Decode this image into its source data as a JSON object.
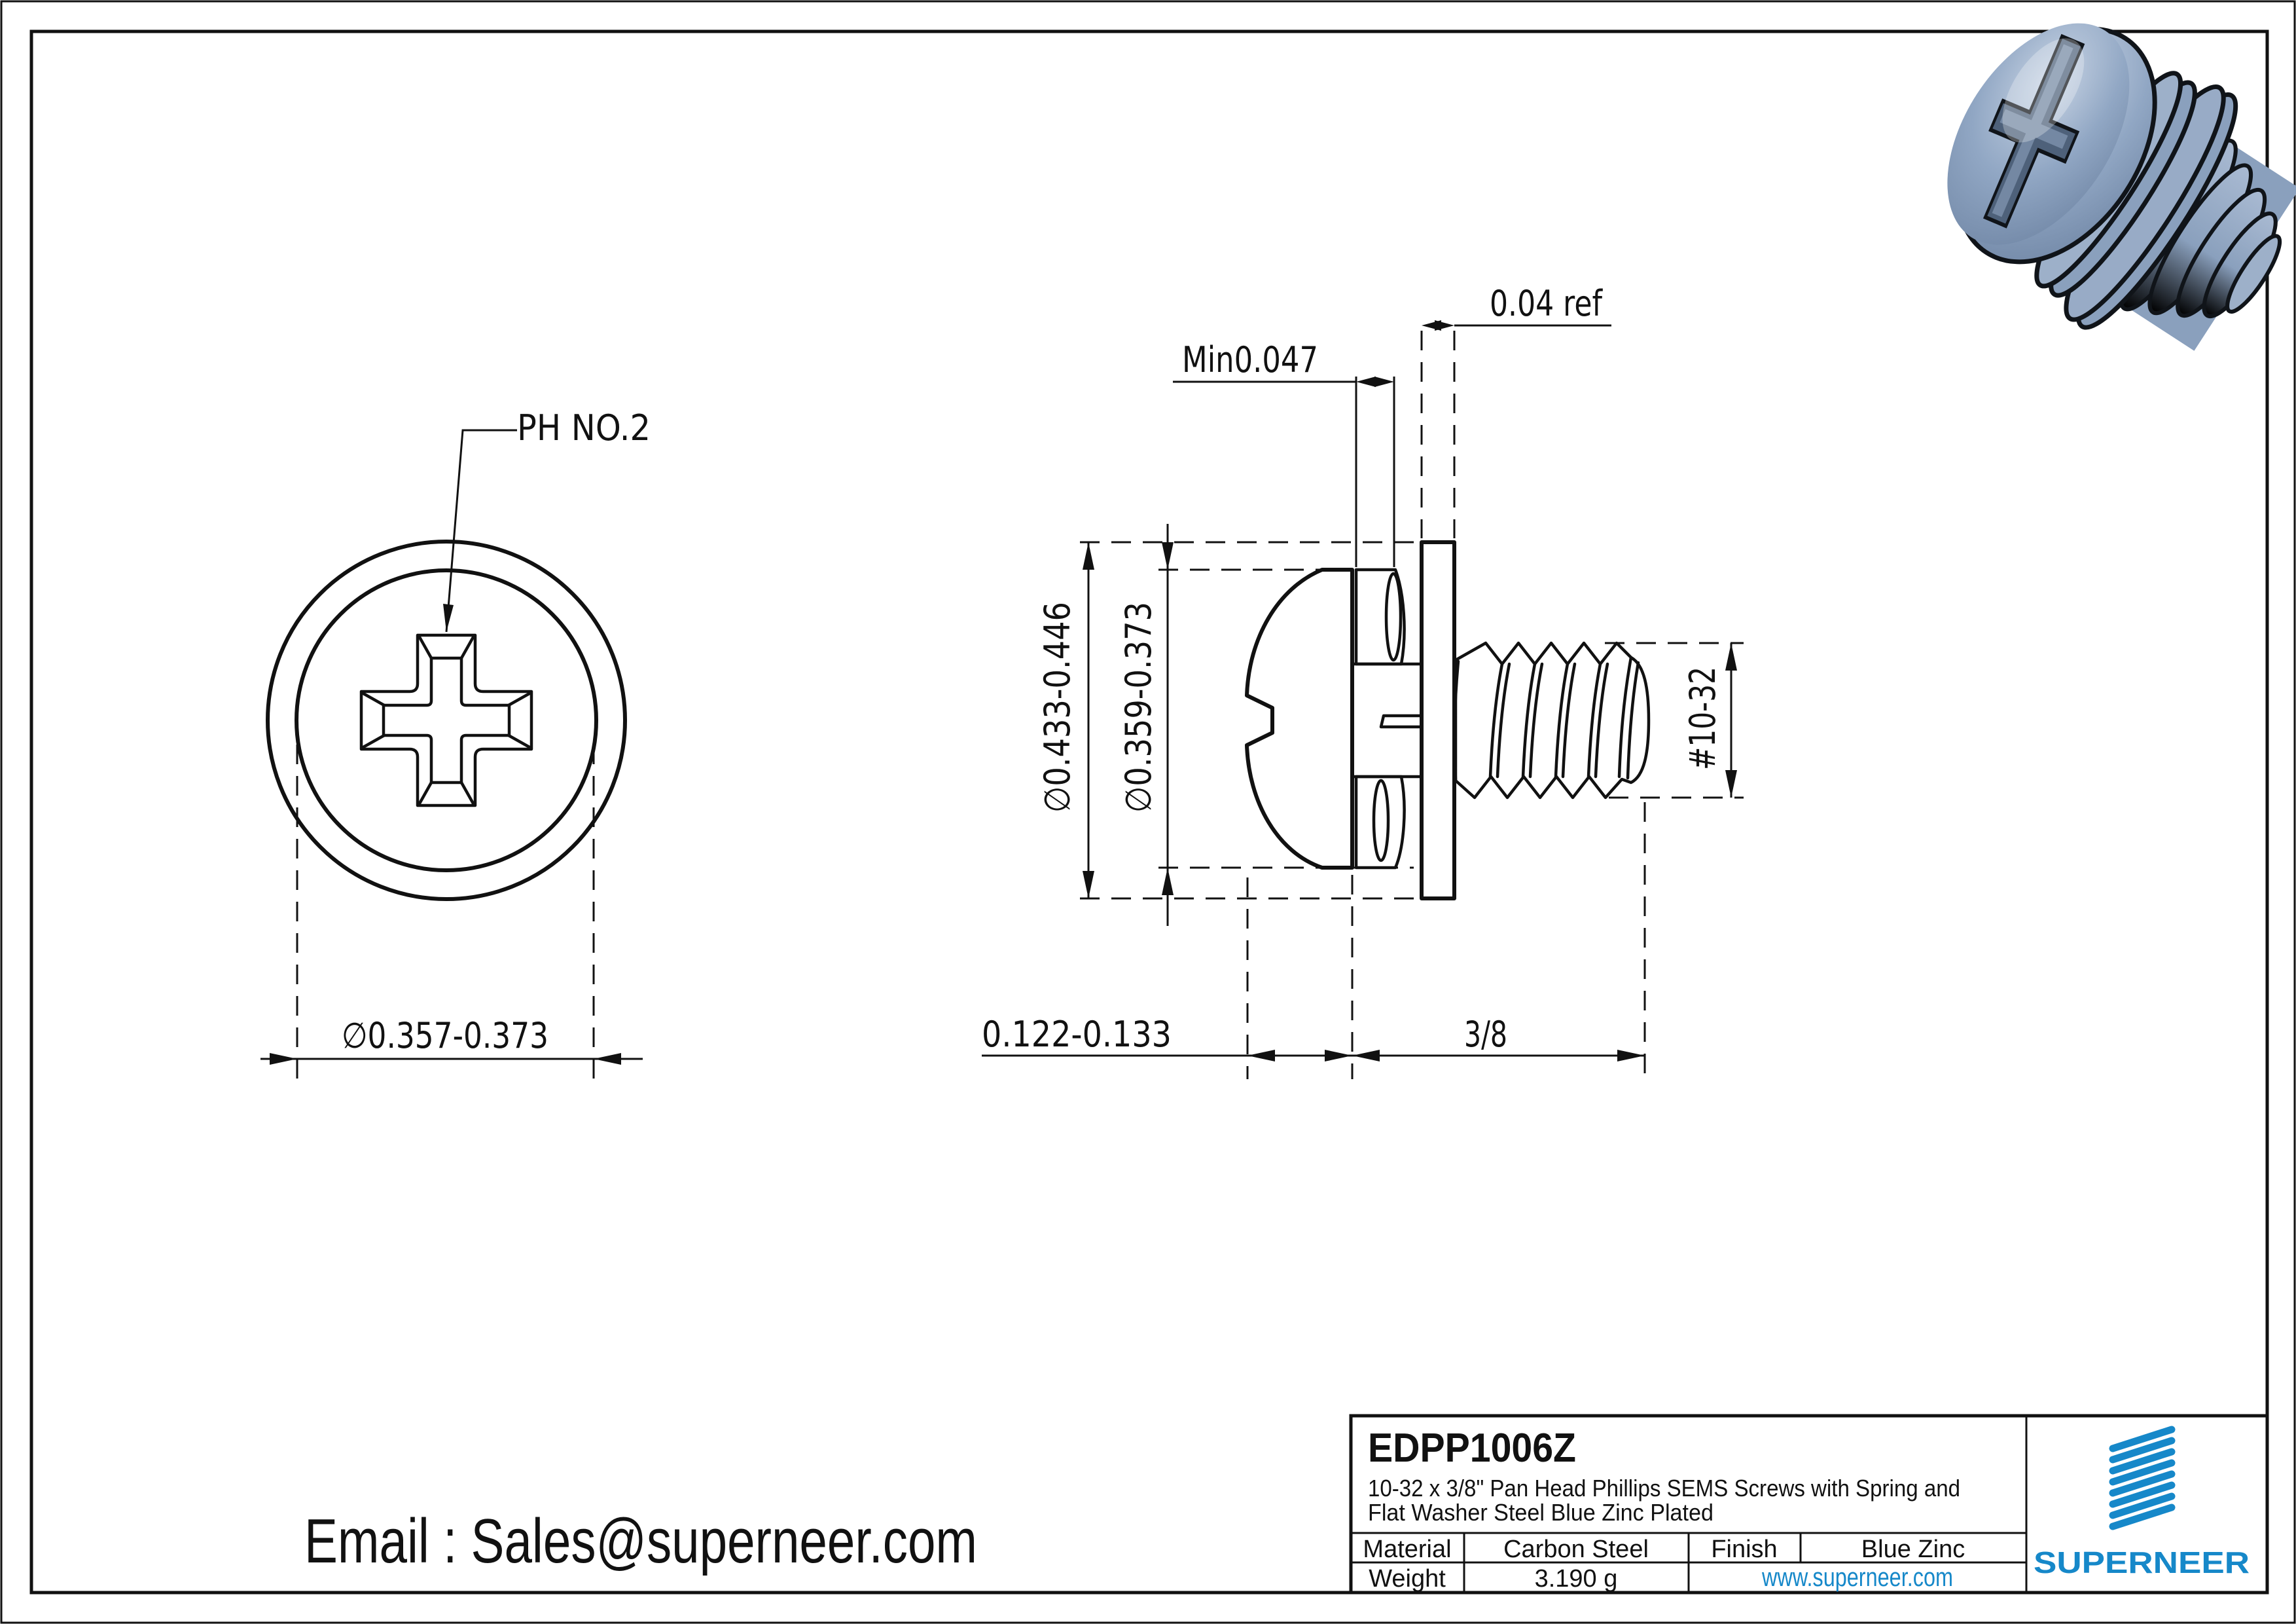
{
  "drawing": {
    "front_view": {
      "callout": "PH NO.2",
      "diameter_label": "∅0.357-0.373"
    },
    "side_view": {
      "washer_od": "∅0.433-0.446",
      "head_od": "∅0.359-0.373",
      "spring_washer_min": "Min0.047",
      "flat_washer_ref": "0.04 ref",
      "head_height": "0.122-0.133",
      "thread_length": "3/8",
      "thread_size": "#10-32"
    },
    "email": "Email : Sales@superneer.com",
    "title_block": {
      "part_number": "EDPP1006Z",
      "description_line1": "10-32 x 3/8\" Pan Head Phillips SEMS Screws with Spring and",
      "description_line2": "Flat Washer Steel Blue Zinc Plated",
      "material_label": "Material",
      "material_value": "Carbon Steel",
      "finish_label": "Finish",
      "finish_value": "Blue Zinc",
      "weight_label": "Weight",
      "weight_value": "3.190 g",
      "website": "www.superneer.com",
      "brand": "SUPERNEER",
      "brand_color": "#1688c9",
      "logo_icon": "diagonal-stripes"
    },
    "render_colors": {
      "steel_blue_mid": "#8aa0bd",
      "steel_blue_light": "#c2cfe0",
      "steel_blue_dark": "#4e617a",
      "outline": "#101419"
    }
  }
}
